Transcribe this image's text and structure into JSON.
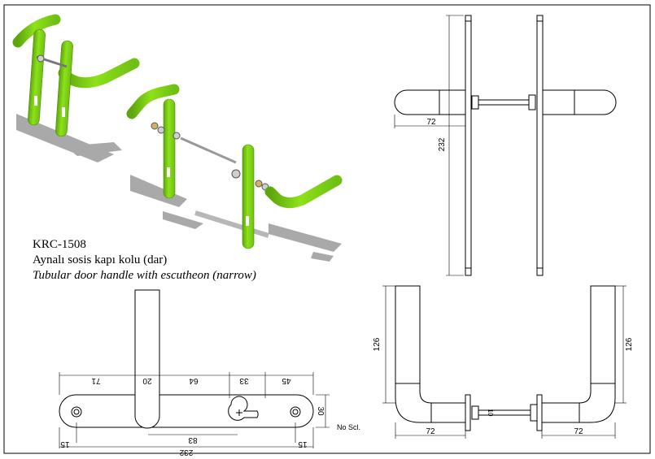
{
  "product": {
    "code": "KRC-1508",
    "name_tr": "Aynalı sosis kapı kolu (dar)",
    "name_en": "Tubular door handle with escutheon (narrow)"
  },
  "note": "No Scl.",
  "dimensions": {
    "side_view": {
      "handle_length": "72",
      "plate_height": "232"
    },
    "front_view": {
      "seg_71": "71",
      "seg_20": "20",
      "seg_64": "64",
      "seg_33": "33",
      "seg_45": "45",
      "height_30": "30",
      "center_83": "83",
      "total_232": "232",
      "edge_left_15": "15",
      "edge_right_15": "15"
    },
    "top_view": {
      "rise_left": "126",
      "rise_right": "126",
      "width_left": "72",
      "width_right": "72",
      "spindle": "10"
    }
  },
  "colors": {
    "handle_green": "#8ee11a",
    "handle_dark": "#5da60e",
    "shadow": "#9a9a9a",
    "line": "#000000"
  }
}
